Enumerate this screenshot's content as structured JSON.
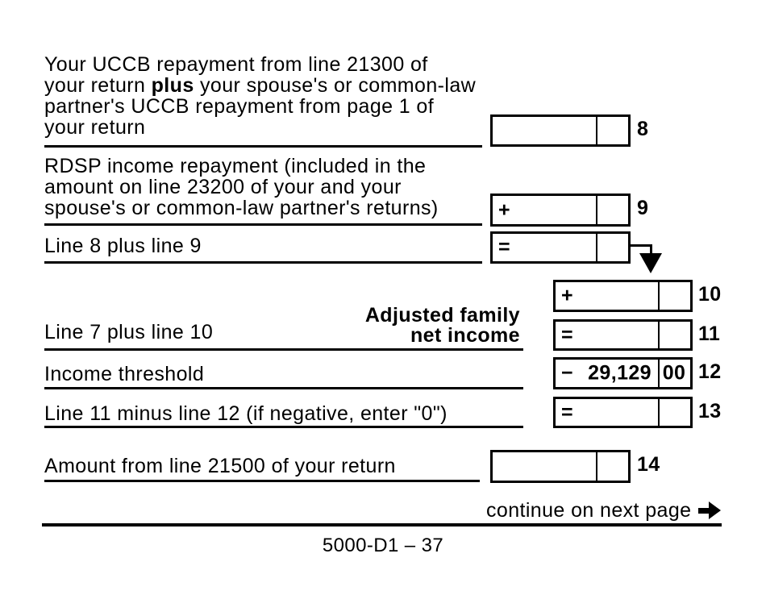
{
  "form": {
    "row8": {
      "l1": "Your UCCB repayment from line 21300 of",
      "l2_pre": "your return ",
      "l2_bold": "plus",
      "l2_post": " your spouse's or common-law",
      "l3": "partner's UCCB repayment from page 1 of",
      "l4": "your return",
      "line_no": "8"
    },
    "row9": {
      "l1": "RDSP income repayment (included in the",
      "l2": "amount on line 23200 of your and your",
      "l3": "spouse's or common-law partner's returns)",
      "operator": "+",
      "line_no": "9"
    },
    "row_sum89": {
      "label": "Line 8 plus line 9",
      "operator": "="
    },
    "row10": {
      "operator": "+",
      "line_no": "10"
    },
    "row11": {
      "label": "Line 7 plus line 10",
      "operator": "=",
      "line_no": "11"
    },
    "row12": {
      "label": "Income threshold",
      "operator": "−",
      "amount_dollars": "29,129",
      "amount_cents": "00",
      "line_no": "12"
    },
    "row13": {
      "label": "Line 11 minus line 12 (if negative, enter \"0\")",
      "operator": "=",
      "line_no": "13"
    },
    "row14": {
      "label": "Amount from line 21500 of your return",
      "line_no": "14"
    },
    "annotations": {
      "adjusted_family_1": "Adjusted family",
      "adjusted_family_2": "net income",
      "continue_note": "continue on next page"
    },
    "footer": {
      "page_id": "5000-D1 – 37"
    },
    "colors": {
      "ink": "#000000",
      "paper": "#ffffff"
    }
  }
}
